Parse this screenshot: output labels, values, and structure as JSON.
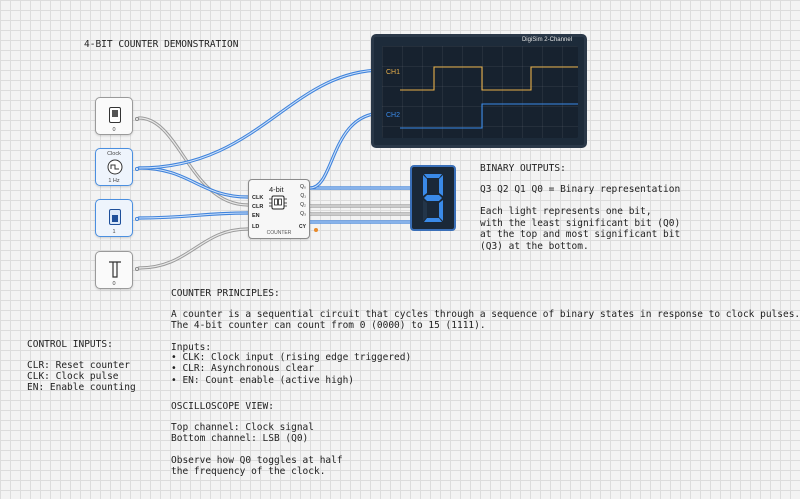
{
  "title": "4-BIT COUNTER DEMONSTRATION",
  "inputs": {
    "switch_top_value": "0",
    "clock_label": "Clock",
    "clock_freq": "1 Hz",
    "switch_mid_value": "1",
    "button_value": "0"
  },
  "counter": {
    "title": "4-bit",
    "subtitle": "COUNTER",
    "pins_left": [
      "CLK",
      "CLR",
      "EN",
      "LD"
    ],
    "pins_right": [
      "Q₀",
      "Q₁",
      "Q₂",
      "Q₃",
      "CY"
    ]
  },
  "scope": {
    "title": "DigiSim 2-Channel",
    "ch1": "CH1",
    "ch2": "CH2",
    "ch1_color": "#e8b04a",
    "ch2_color": "#3a8ae8"
  },
  "display": {
    "digit": "9",
    "segment_color": "#3a8ae8"
  },
  "binary_outputs": {
    "heading": "BINARY OUTPUTS:",
    "line1": "Q3 Q2 Q1 Q0 = Binary representation",
    "desc": [
      "Each light represents one bit,",
      "with the least significant bit (Q0)",
      "at the top and most significant bit",
      "(Q3) at the bottom."
    ]
  },
  "principles": {
    "heading": "COUNTER PRINCIPLES:",
    "para": [
      "A counter is a sequential circuit that cycles through a sequence of binary states in response to clock pulses.",
      "The 4-bit counter can count from 0 (0000) to 15 (1111)."
    ],
    "inputs_heading": "Inputs:",
    "inputs": [
      "• CLK: Clock input (rising edge triggered)",
      "• CLR: Asynchronous clear",
      "• EN: Count enable (active high)"
    ],
    "scope_heading": "OSCILLOSCOPE VIEW:",
    "scope_lines": [
      "Top channel: Clock signal",
      "Bottom channel: LSB (Q0)"
    ],
    "observe": [
      "Observe how Q0 toggles at half",
      "the frequency of the clock."
    ]
  },
  "control_inputs": {
    "heading": "CONTROL INPUTS:",
    "lines": [
      "CLR: Reset counter",
      "CLK: Clock pulse",
      "EN: Enable counting"
    ]
  }
}
